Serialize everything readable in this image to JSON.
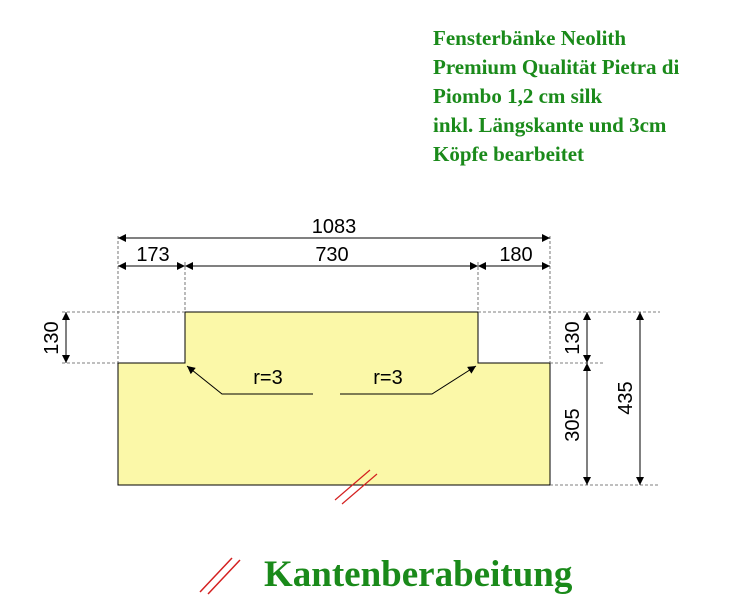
{
  "title_lines": [
    "Fensterbänke Neolith",
    "Premium Qualität Pietra di",
    "Piombo 1,2 cm silk",
    "inkl. Längskante und 3cm",
    "Köpfe bearbeitet"
  ],
  "dimensions": {
    "total_width": "1083",
    "left_width": "173",
    "middle_width": "730",
    "right_width": "180",
    "left_step": "130",
    "right_step": "130",
    "right_depth": "305",
    "total_depth": "435",
    "radius_left": "r=3",
    "radius_right": "r=3"
  },
  "legend": {
    "label": "Kantenberabeitung"
  },
  "colors": {
    "title_text": "#1a8a1a",
    "legend_text": "#1a8a1a",
    "stone_fill": "#fbf8a8",
    "edge_mark": "#d42020"
  }
}
